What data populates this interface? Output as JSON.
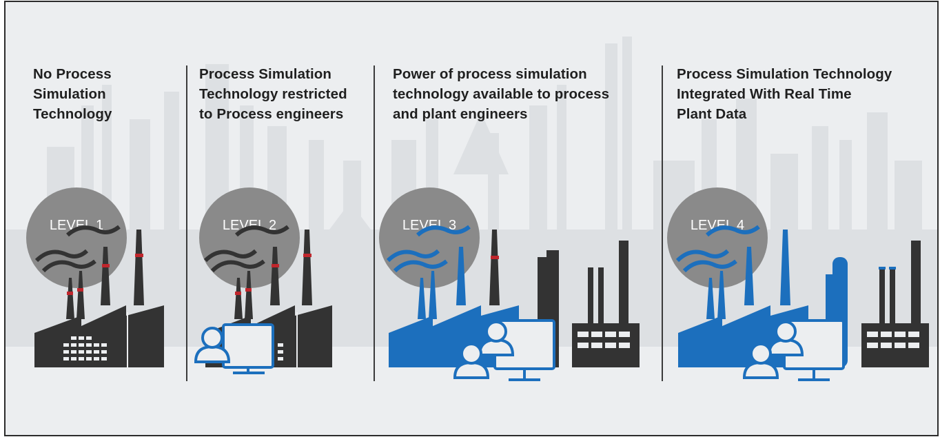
{
  "panels": [
    {
      "title_lines": [
        "No Process",
        "Simulation",
        "Technology"
      ],
      "level": "LEVEL 1"
    },
    {
      "title_lines": [
        "Process Simulation",
        "Technology restricted",
        "to Process engineers"
      ],
      "level": "LEVEL 2"
    },
    {
      "title_lines": [
        "Power of process simulation",
        "technology available to process",
        "and plant engineers"
      ],
      "level": "LEVEL 3"
    },
    {
      "title_lines": [
        "Process Simulation Technology",
        "Integrated With Real Time",
        "Plant Data"
      ],
      "level": "LEVEL 4"
    }
  ],
  "colors": {
    "background": "#eceef0",
    "skyline": "#dcdfe2",
    "level_circle": "#8a8a8a",
    "factory_dark": "#333333",
    "factory_blue": "#1c6fbd",
    "stripe_red": "#c0262c",
    "divider": "#3a3a3a"
  },
  "icons": [
    "factory-icon",
    "engineer-icon",
    "monitor-icon"
  ]
}
